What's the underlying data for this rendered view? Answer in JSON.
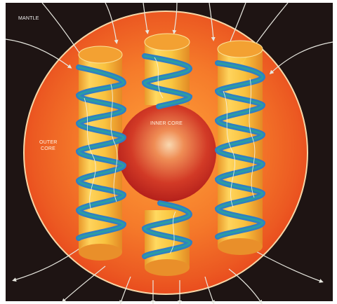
{
  "labels": {
    "mantle": "MANTLE",
    "outer_core": [
      "OUTER",
      "CORE"
    ],
    "inner_core": "INNER CORE"
  },
  "colors": {
    "mantle_bg": "#1e1413",
    "outer_core_edge": "#e8451c",
    "outer_core_mid": "#f57a2a",
    "cylinder": "#f7c640",
    "inner_core": "#c8281e",
    "helix_blue": "#2f7fc4",
    "helix_teal": "#2aa59a",
    "field_line": "#e8e8e0"
  },
  "icons": {
    "field_arrow": "chevron-down-icon",
    "helix": "helix-ribbon-icon"
  }
}
